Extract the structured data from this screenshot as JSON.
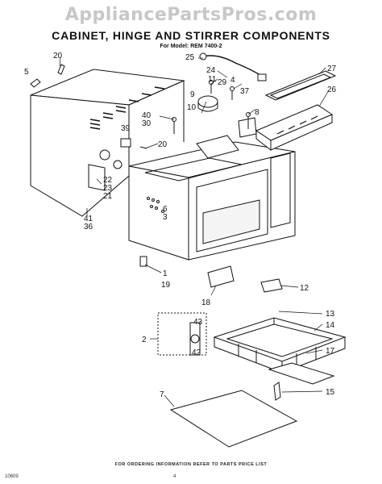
{
  "watermark": "AppliancePartsPros.com",
  "title": "CABINET, HINGE AND STIRRER COMPONENTS",
  "subtitle": "For Model: REM 7400-2",
  "footer": "FOR ORDERING INFORMATION REFER TO PARTS PRICE LIST",
  "image_code": "10609",
  "page_number": "4",
  "callouts": {
    "c5": "5",
    "c20a": "20",
    "c25": "25",
    "c24": "24",
    "c11": "11",
    "c29": "29",
    "c4": "4",
    "c37": "37",
    "c27": "27",
    "c26": "26",
    "c9": "9",
    "c10": "10",
    "c8": "8",
    "c40": "40",
    "c30": "30",
    "c39": "39",
    "c20b": "20",
    "c22": "22",
    "c23": "23",
    "c21": "21",
    "c41": "41",
    "c36": "36",
    "c6": "6",
    "c3": "3",
    "c1": "1",
    "c19": "19",
    "c12": "12",
    "c18": "18",
    "c13": "13",
    "c14": "14",
    "c2": "2",
    "c43": "43",
    "c42": "42",
    "c17": "17",
    "c15": "15",
    "c7": "7"
  }
}
